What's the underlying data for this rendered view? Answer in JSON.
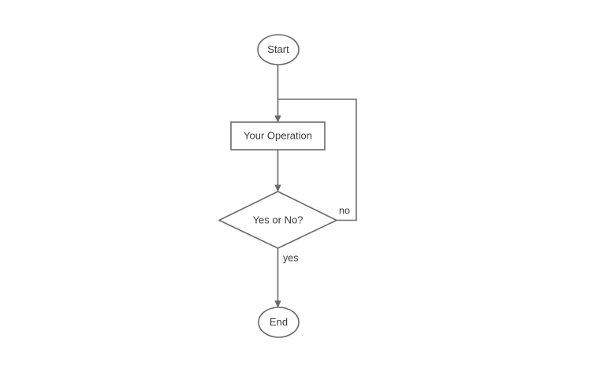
{
  "diagram": {
    "type": "flowchart",
    "background_color": "#ffffff",
    "stroke_color": "#6a6a6a",
    "text_color": "#3b3b3b",
    "nodes": [
      {
        "id": "start",
        "shape": "ellipse",
        "label": "Start"
      },
      {
        "id": "operation",
        "shape": "rectangle",
        "label": "Your Operation"
      },
      {
        "id": "decision",
        "shape": "diamond",
        "label": "Yes or No?"
      },
      {
        "id": "end",
        "shape": "ellipse",
        "label": "End"
      }
    ],
    "edges": [
      {
        "id": "start-to-operation",
        "from": "start",
        "to": "operation",
        "label": ""
      },
      {
        "id": "operation-to-decision",
        "from": "operation",
        "to": "decision",
        "label": ""
      },
      {
        "id": "decision-no-loop",
        "from": "decision",
        "to": "operation",
        "label": "no"
      },
      {
        "id": "decision-yes-to-end",
        "from": "decision",
        "to": "end",
        "label": "yes"
      }
    ]
  }
}
